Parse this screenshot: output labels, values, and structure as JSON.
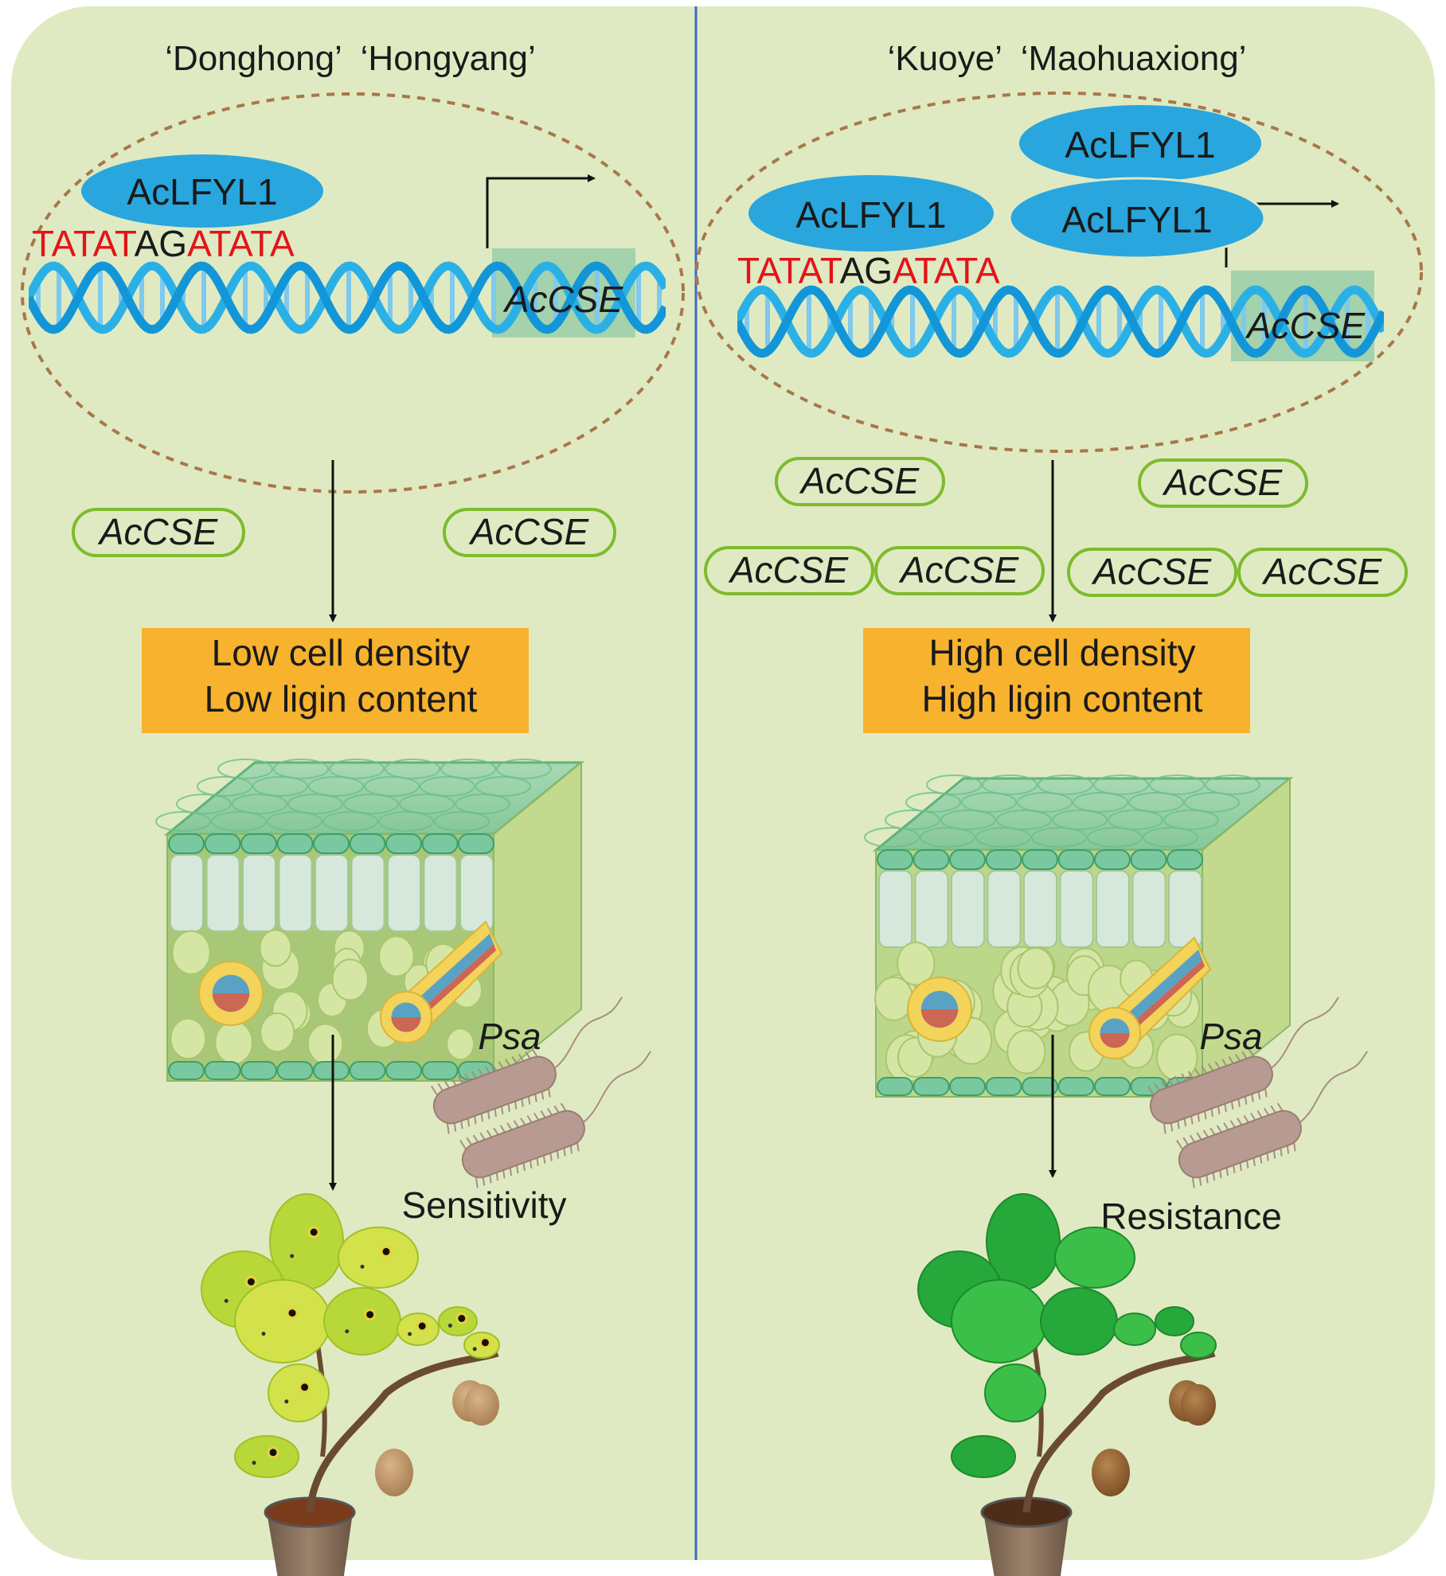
{
  "colors": {
    "background": "#dfeac2",
    "divider": "#3a6bc4",
    "nucleus_border": "#a8774a",
    "protein": "#29a6dd",
    "dna_strand": "#1296d8",
    "dna_rung": "#7ec9ee",
    "motif_red": "#e2141a",
    "motif_black": "#1a1a1a",
    "gene_box": "#8fc9a4",
    "transcript_border": "#7dbb2c",
    "phenotype_box": "#f7b22e",
    "bacteria": "#b79a91"
  },
  "left_panel": {
    "title": "‘Donghong’  ‘Hongyang’",
    "protein_label": "AcLFYL1",
    "motif": {
      "part1": "TATAT",
      "part2": "AG",
      "part3": "ATATA"
    },
    "gene_label": "AcCSE",
    "transcripts": [
      "AcCSE",
      "AcCSE"
    ],
    "phenotype": {
      "line1": "Low cell density",
      "line2": "Low ligin content"
    },
    "pathogen_label": "Psa",
    "outcome": "Sensitivity"
  },
  "right_panel": {
    "title": "‘Kuoye’  ‘Maohuaxiong’",
    "protein_labels": [
      "AcLFYL1",
      "AcLFYL1",
      "AcLFYL1"
    ],
    "motif": {
      "part1": "TATAT",
      "part2": "AG",
      "part3": "ATATA"
    },
    "gene_label": "AcCSE",
    "transcripts": [
      "AcCSE",
      "AcCSE",
      "AcCSE",
      "AcCSE",
      "AcCSE",
      "AcCSE"
    ],
    "phenotype": {
      "line1": "High cell density",
      "line2": "High ligin content"
    },
    "pathogen_label": "Psa",
    "outcome": "Resistance"
  }
}
